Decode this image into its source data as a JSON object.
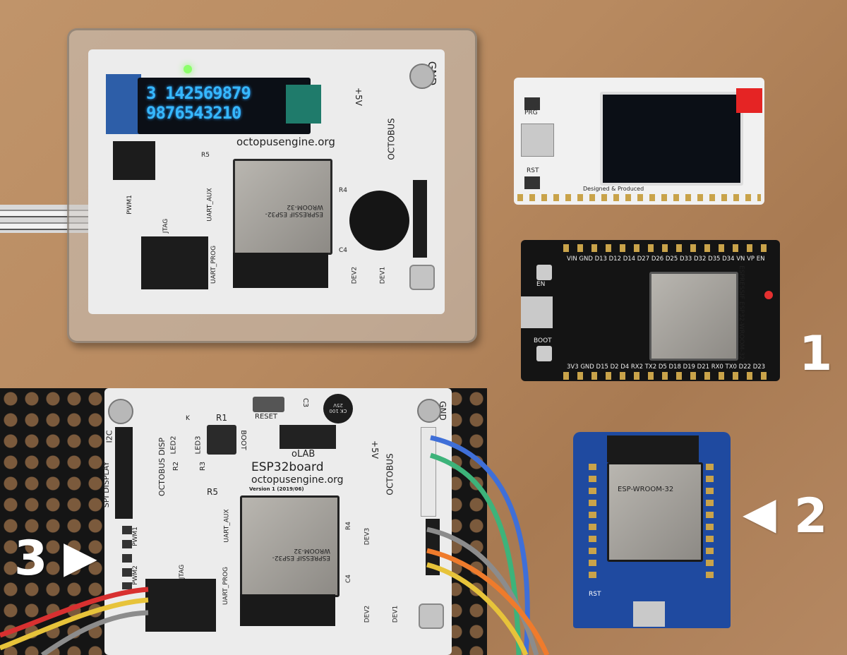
{
  "top_board": {
    "oled_line1": "3 142569879",
    "oled_line2": "9876543210",
    "site": "octopusengine.org",
    "labels": [
      "OCTOBUS",
      "+5V",
      "GND",
      "UART_PROG",
      "UART_AUX",
      "PWM1",
      "JTAG",
      "DEV1",
      "DEV2",
      "R4",
      "R5",
      "C4"
    ],
    "module_text": "ESPRESSIF ESP32-WROOM-32"
  },
  "heltec_board": {
    "labels": [
      "PRG",
      "RST",
      "Designed & Produced"
    ]
  },
  "devkit_board": {
    "top_pins": "VIN GND D13 D12 D14 D27 D26 D25 D33 D32 D35 D34 VN VP EN",
    "bottom_pins": "3V3 GND D15 D2 D4 RX2 TX2 D5 D18 D19 D21 RX0 TX0 D22 D23",
    "buttons": [
      "EN",
      "BOOT"
    ],
    "module_text": "ESPRESSIF ESP32-WROOM-32"
  },
  "mini_board": {
    "module_text": "ESP-WROOM-32",
    "labels": [
      "RST"
    ]
  },
  "bottom_board": {
    "title": "ESP32board",
    "site": "octopusengine.org",
    "version": "Version 1 (2019/06)",
    "labels": [
      "RESET",
      "BOOT",
      "oLAB",
      "LED2",
      "LED3",
      "R1",
      "R2",
      "R3",
      "R5",
      "C3",
      "K",
      "SPI DISPLAY",
      "I2C",
      "OCTOBUS DISP",
      "OCTOBUS",
      "+5V",
      "GND",
      "UART_PROG",
      "UART_AUX",
      "PWM1",
      "PWM2",
      "JTAG",
      "DEV1",
      "DEV2",
      "DEV3",
      "R4",
      "C4"
    ],
    "capacitor": "CK 100 25V",
    "module_text": "ESPRESSIF ESP32-WROOM-32"
  },
  "callouts": {
    "one": "1",
    "two": "2",
    "three": "3",
    "arrow_left": "◀",
    "arrow_right": "▶"
  }
}
